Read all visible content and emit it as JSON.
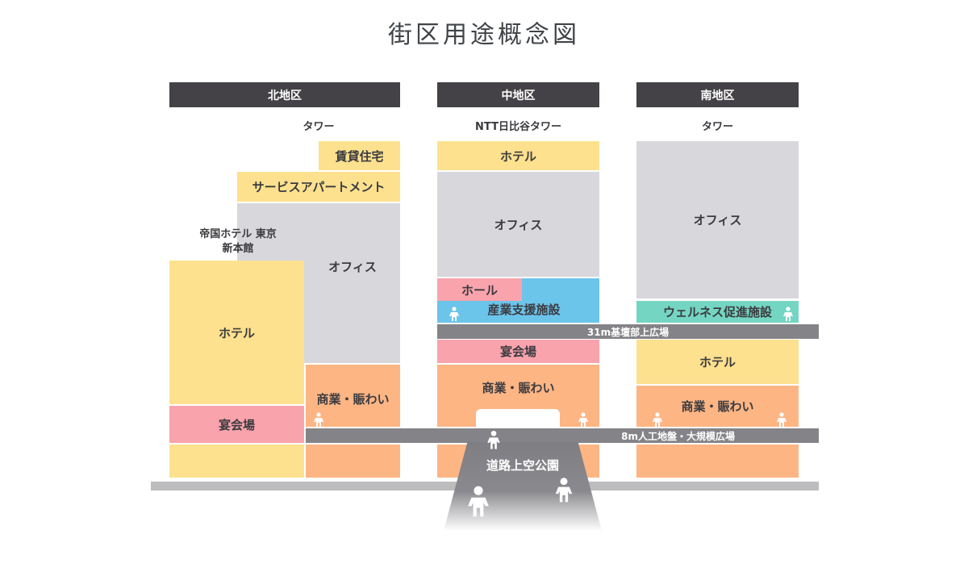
{
  "title": "街区用途概念図",
  "districts": {
    "north": {
      "header": "北地区",
      "tower_label": "タワー",
      "hotel_building_label": "帝国ホテル 東京\n新本館",
      "hotel_building_line1": "帝国ホテル 東京",
      "hotel_building_line2": "新本館",
      "blocks": {
        "rental_housing": "賃貸住宅",
        "serviced_apartment": "サービスアパートメント",
        "office": "オフィス",
        "hotel": "ホテル",
        "banquet": "宴会場",
        "commercial": "商業・賑わい"
      }
    },
    "middle": {
      "header": "中地区",
      "tower_label": "NTT日比谷タワー",
      "blocks": {
        "hotel": "ホテル",
        "office": "オフィス",
        "hall": "ホール",
        "industry_support": "産業支援施設",
        "banquet": "宴会場",
        "commercial": "商業・賑わい"
      }
    },
    "south": {
      "header": "南地区",
      "tower_label": "タワー",
      "blocks": {
        "office": "オフィス",
        "wellness": "ウェルネス促進施設",
        "hotel": "ホテル",
        "commercial": "商業・賑わい"
      }
    }
  },
  "decks": {
    "podium_31m": "31m基壇部上広場",
    "ground_8m": "8m人工地盤・大規模広場"
  },
  "park_label": "道路上空公園",
  "colors": {
    "header": "#444246",
    "hotel_residential": "#fde18e",
    "office": "#d8d7db",
    "hall_banquet": "#f9a3ad",
    "commercial": "#fdb584",
    "industry_support": "#6bc4ea",
    "wellness": "#74d6c2",
    "deck": "#848387",
    "ground": "#bdbcbf"
  }
}
